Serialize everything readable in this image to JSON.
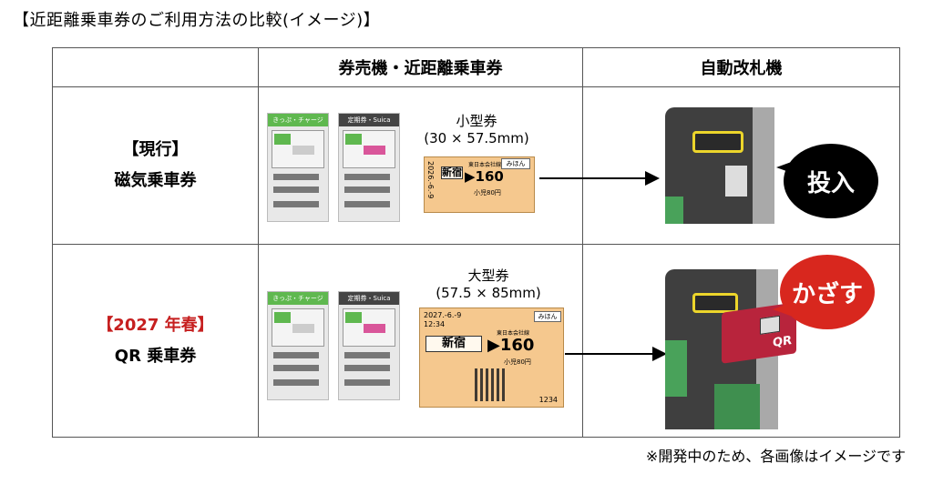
{
  "title": "【近距離乗車券のご利用方法の比較(イメージ)】",
  "headers": {
    "col1": "券売機・近距離乗車券",
    "col2": "自動改札機"
  },
  "rows": [
    {
      "label_line1": "【現行】",
      "label_line2": "磁気乗車券",
      "ticket_size_title": "小型券",
      "ticket_size_dims": "(30 × 57.5mm)",
      "ticket": {
        "date": "2026.-6.-9",
        "station": "新宿",
        "fare": "▶160",
        "issuer": "東日本会社線",
        "child": "小児80円",
        "badge": "みほん"
      },
      "gate_action": "投入"
    },
    {
      "label_line1": "【2027 年春】",
      "label_line2": "QR 乗車券",
      "ticket_size_title": "大型券",
      "ticket_size_dims": "(57.5 × 85mm)",
      "ticket": {
        "date": "2027.-6.-9",
        "time": "12:34",
        "station": "新宿",
        "fare": "▶160",
        "issuer": "東日本会社線",
        "child": "小児80円",
        "badge": "みほん",
        "code": "1234"
      },
      "gate_action": "かざす",
      "reader_label": "QR"
    }
  ],
  "machine": {
    "banner_a": "きっぷ・チャージ",
    "banner_b": "定期券・Suica"
  },
  "footnote": "※開発中のため、各画像はイメージです",
  "colors": {
    "accent_red": "#c61f1f",
    "ticket": "#f5c88e",
    "machine_green": "#5fb84f",
    "gate_yellow": "#ecd52b"
  }
}
